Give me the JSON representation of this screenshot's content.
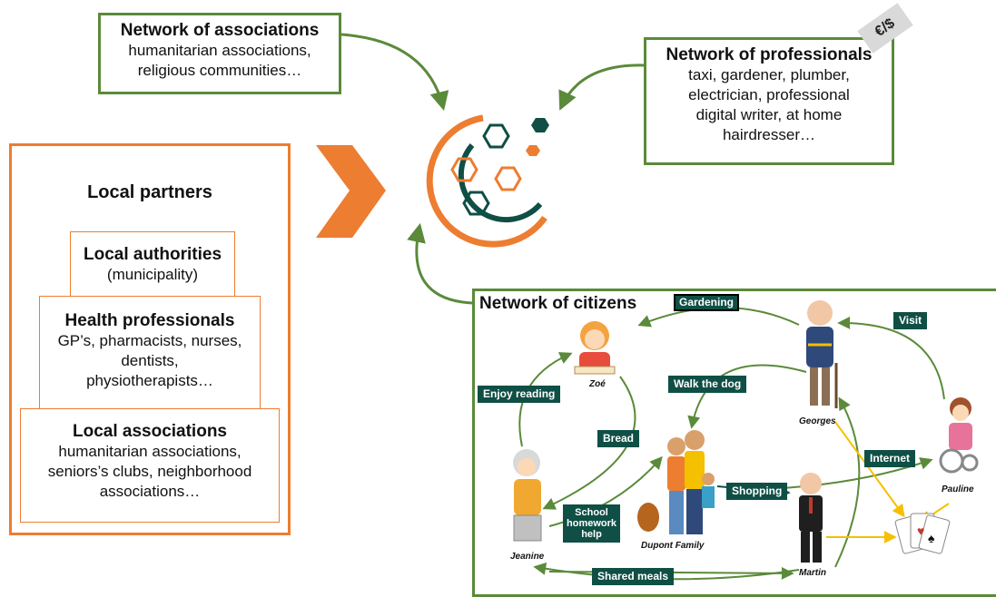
{
  "associations": {
    "title": "Network of associations",
    "lines": [
      "humanitarian associations,",
      "religious communities…"
    ]
  },
  "professionals": {
    "title": "Network of professionals",
    "lines": [
      "taxi, gardener, plumber,",
      "electrician, professional",
      "digital writer, at home",
      "hairdresser…"
    ],
    "price_tag": "€/$"
  },
  "local_partners": {
    "title": "Local partners",
    "authorities": {
      "title": "Local authorities",
      "lines": [
        "(municipality)"
      ]
    },
    "health": {
      "title": "Health professionals",
      "lines": [
        "GP’s, pharmacists, nurses,",
        "dentists,",
        "physiotherapists…"
      ]
    },
    "associations": {
      "title": "Local associations",
      "lines": [
        "humanitarian associations,",
        "seniors’s clubs, neighborhood",
        "associations…"
      ]
    }
  },
  "citizens": {
    "title": "Network of citizens",
    "people": {
      "zoe": "Zoé",
      "georges": "Georges",
      "pauline": "Pauline",
      "jeanine": "Jeanine",
      "dupont": "Dupont Family",
      "martin": "Martin"
    },
    "activities": {
      "gardening": "Gardening",
      "visit": "Visit",
      "walk_dog": "Walk the dog",
      "enjoy_reading": "Enjoy reading",
      "bread": "Bread",
      "internet": "Internet",
      "shopping": "Shopping",
      "school": [
        "School",
        "homework",
        "help"
      ],
      "shared_meals": "Shared meals"
    }
  },
  "colors": {
    "green": "#5a8a3a",
    "orange": "#ed7d31",
    "dark_teal": "#0f4f45",
    "yellow": "#f5c000"
  }
}
